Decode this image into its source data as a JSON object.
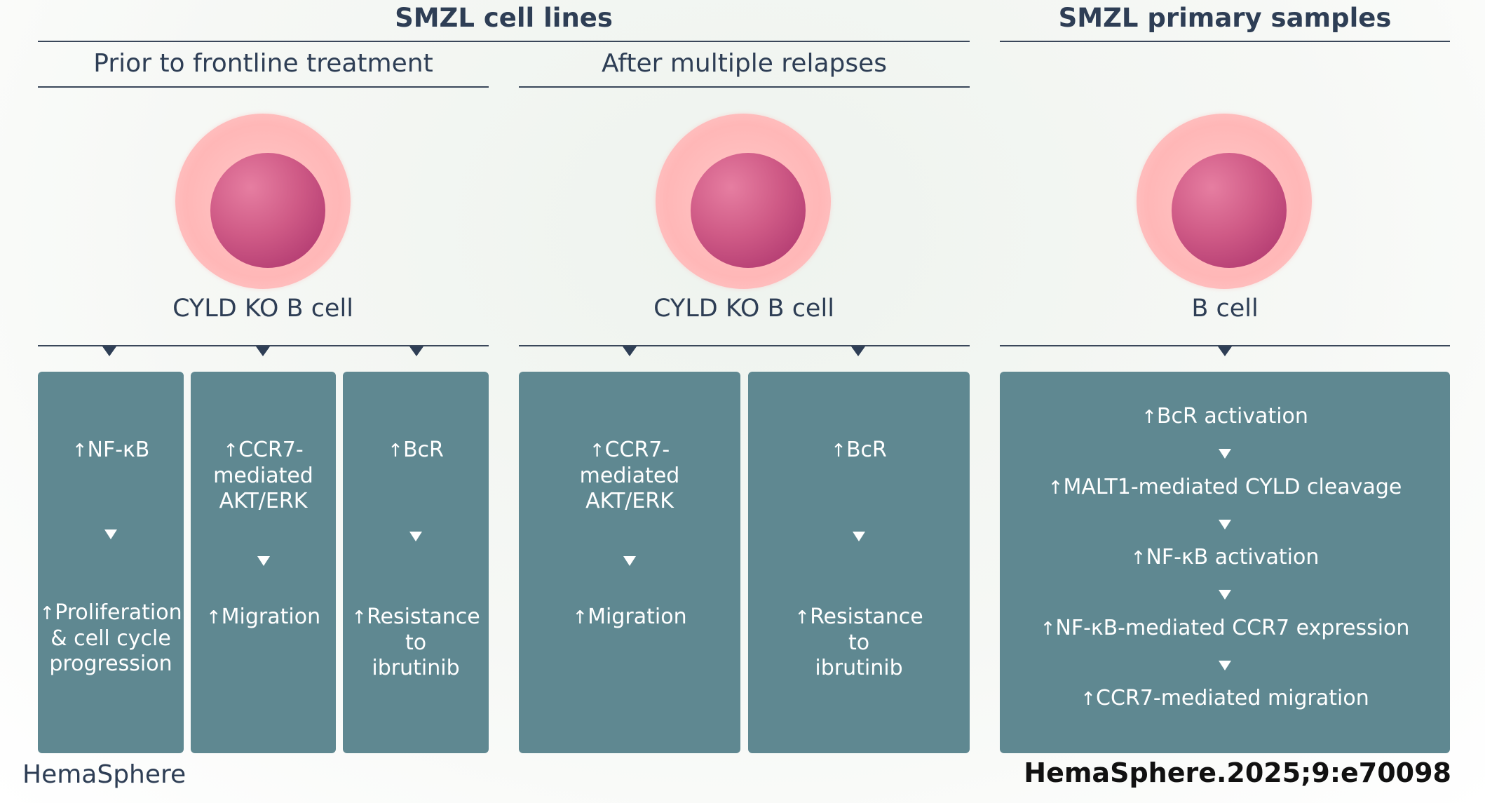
{
  "headers": {
    "cell_lines": "SMZL cell lines",
    "primary_samples": "SMZL primary samples",
    "prior_frontline": "Prior to frontline treatment",
    "after_relapses": "After multiple relapses"
  },
  "cells": {
    "left_label": "CYLD KO B cell",
    "middle_label": "CYLD KO B cell",
    "right_label": "B cell"
  },
  "arrow_glyph": "↑",
  "boxes": {
    "prior": [
      {
        "top": "NF-κB",
        "bottom": [
          "Proliferation",
          "& cell cycle",
          "progression"
        ]
      },
      {
        "top": [
          "CCR7-",
          "mediated",
          "AKT/ERK"
        ],
        "bottom": "Migration"
      },
      {
        "top": "BcR",
        "bottom": [
          "Resistance",
          "to",
          "ibrutinib"
        ]
      }
    ],
    "relapse": [
      {
        "top": [
          "CCR7-",
          "mediated",
          "AKT/ERK"
        ],
        "bottom": "Migration"
      },
      {
        "top": "BcR",
        "bottom": [
          "Resistance",
          "to",
          "ibrutinib"
        ]
      }
    ],
    "primary": [
      "BcR activation",
      "MALT1-mediated CYLD cleavage",
      "NF-κB activation",
      "NF-κB-mediated CCR7 expression",
      "CCR7-mediated migration"
    ]
  },
  "footer": {
    "journal": "HemaSphere",
    "citation": "HemaSphere.2025;9:e70098"
  }
}
